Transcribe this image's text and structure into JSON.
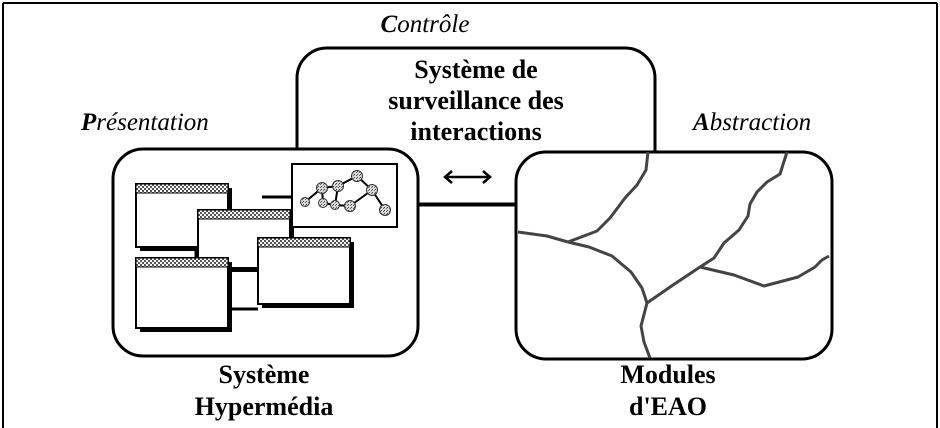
{
  "diagram": {
    "controle_label": {
      "initial": "C",
      "rest": "ontrôle"
    },
    "presentation_label": {
      "initial": "P",
      "rest": "résentation"
    },
    "abstraction_label": {
      "initial": "A",
      "rest": "bstraction"
    },
    "center_box_lines": [
      "Système de",
      "surveillance des",
      "interactions"
    ],
    "left_caption_lines": [
      "Système",
      "Hypermédia"
    ],
    "right_caption_lines": [
      "Modules",
      "d'EAO"
    ],
    "arrow_symbol": "↔"
  }
}
